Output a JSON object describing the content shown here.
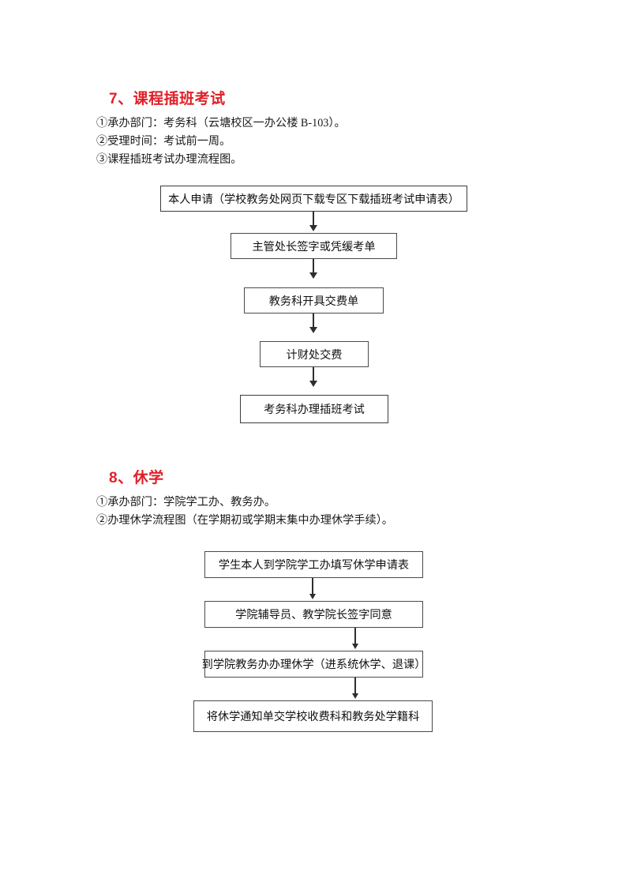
{
  "sections": [
    {
      "id": "course-transfer-exam",
      "heading": "7、课程插班考试",
      "lines": [
        "①承办部门：考务科（云塘校区一办公楼 B-103）。",
        "②受理时间：考试前一周。",
        "③课程插班考试办理流程图。"
      ],
      "flowchart": {
        "steps": [
          "本人申请（学校教务处网页下载专区下载插班考试申请表）",
          "主管处长签字或凭缓考单",
          "教务科开具交费单",
          "计财处交费",
          "考务科办理插班考试"
        ]
      }
    },
    {
      "id": "suspension-of-schooling",
      "heading": "8、休学",
      "lines": [
        "①承办部门：学院学工办、教务办。",
        "②办理休学流程图（在学期初或学期末集中办理休学手续）。"
      ],
      "flowchart": {
        "steps": [
          "学生本人到学院学工办填写休学申请表",
          "学院辅导员、教学院长签字同意",
          "到学院教务办办理休学（进系统休学、退课）",
          "将休学通知单交学校收费科和教务处学籍科"
        ]
      }
    }
  ],
  "colors": {
    "heading_red": "#e02028",
    "box_border": "#4a4a4a",
    "arrow": "#2e2e2e",
    "text": "#111111",
    "page_background": "#ffffff"
  }
}
